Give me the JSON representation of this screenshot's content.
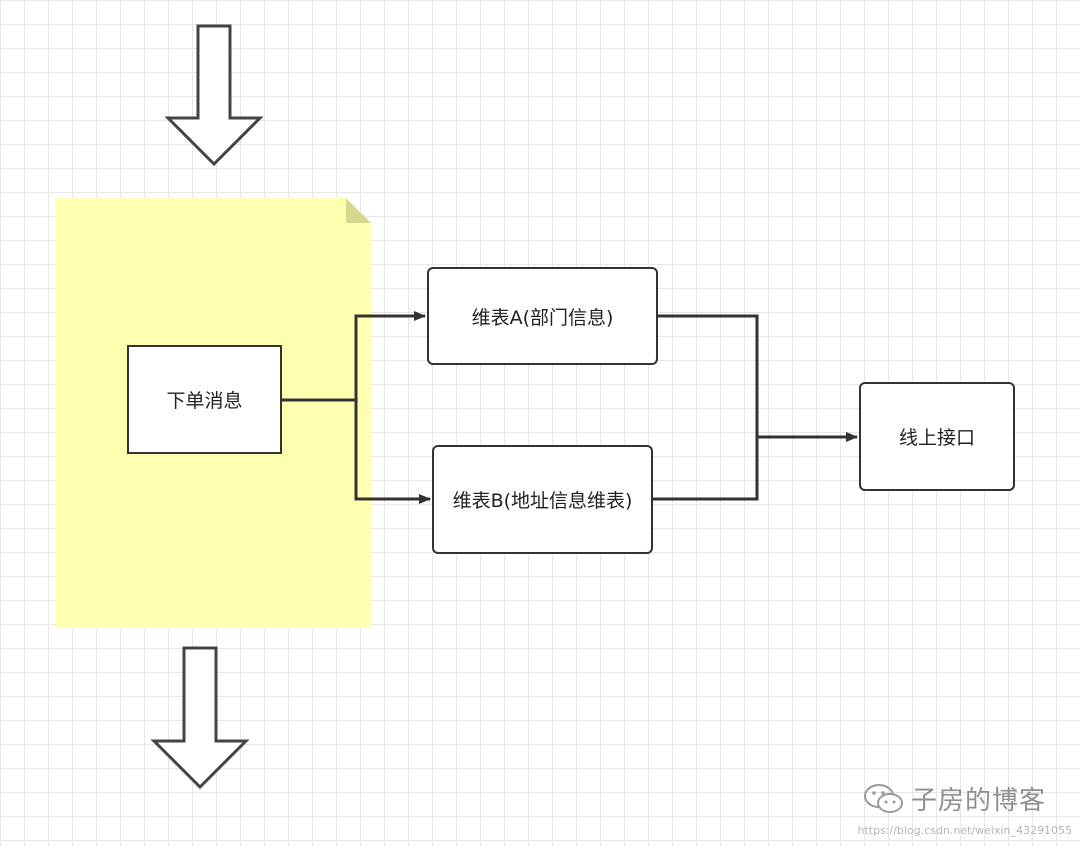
{
  "diagram": {
    "nodes": {
      "order": "下单消息",
      "table_a": "维表A(部门信息)",
      "table_b": "维表B(地址信息维表)",
      "api": "线上接口"
    }
  },
  "watermark": {
    "brand": "子房的博客",
    "url": "https://blog.csdn.net/weixin_43291055"
  },
  "colors": {
    "note_fill": "#ffffb0",
    "note_fold": "#d7d78f",
    "stroke": "#333333",
    "grid": "#e6e6e6"
  }
}
